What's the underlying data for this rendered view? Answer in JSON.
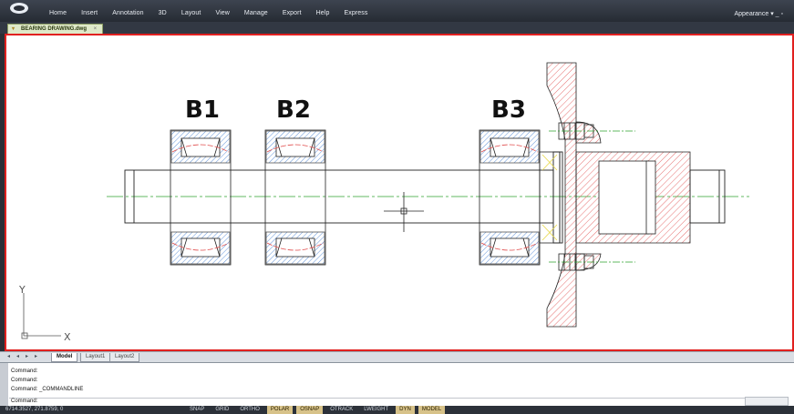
{
  "menu": {
    "items": [
      "Home",
      "Insert",
      "Annotation",
      "3D",
      "Layout",
      "View",
      "Manage",
      "Export",
      "Help",
      "Express"
    ],
    "right_label": "Appearance"
  },
  "document_tab": {
    "title": "BEARING DRAWING.dwg",
    "close": "×"
  },
  "drawing": {
    "labels": {
      "b1": "B1",
      "b2": "B2",
      "b3": "B3"
    },
    "ucs": {
      "x_label": "X",
      "y_label": "Y"
    }
  },
  "layout_tabs": [
    "Model",
    "Layout1",
    "Layout2"
  ],
  "command_window": {
    "history": [
      "Command:",
      "Command:",
      "Command:  _COMMANDLINE"
    ],
    "prompt": "Command:"
  },
  "status": {
    "coordinates": "6714.3527, 271.8759, 0",
    "toggles": [
      {
        "label": "SNAP",
        "on": false
      },
      {
        "label": "GRID",
        "on": false
      },
      {
        "label": "ORTHO",
        "on": false
      },
      {
        "label": "POLAR",
        "on": true
      },
      {
        "label": "OSNAP",
        "on": true
      },
      {
        "label": "OTRACK",
        "on": false
      },
      {
        "label": "LWEIGHT",
        "on": false
      },
      {
        "label": "DYN",
        "on": true
      },
      {
        "label": "MODEL",
        "on": true
      }
    ]
  },
  "colors": {
    "viewport_border": "#e1201f",
    "bearing_hatch": "#3a78d0",
    "section_hatch": "#e04b4b",
    "centerline": "#2fa12f",
    "intersection_mark": "#e8d84a"
  }
}
